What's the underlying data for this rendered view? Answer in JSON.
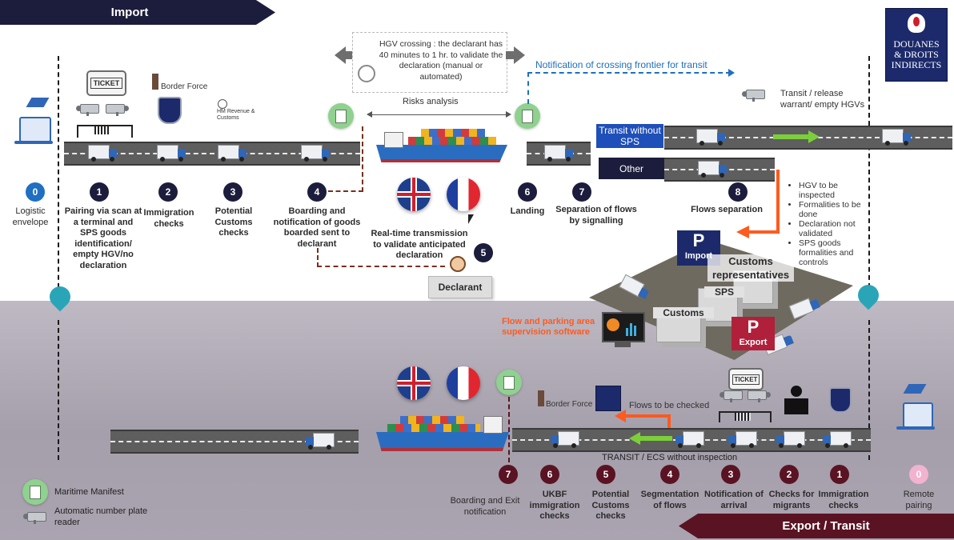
{
  "header": {
    "import_title": "Import",
    "export_title": "Export / Transit"
  },
  "logo": {
    "line1": "DOUANES",
    "line2": "& DROITS",
    "line3": "INDIRECTS"
  },
  "top": {
    "hgv_crossing": "HGV crossing : the declarant has 40 minutes to 1 hr. to validate the declaration (manual or automated)",
    "risks_analysis": "Risks analysis",
    "notification_transit": "Notification of crossing frontier for transit",
    "transit_release": "Transit / release warrant/ empty HGVs",
    "transit_without_sps": "Transit without SPS",
    "other": "Other",
    "ticket": "TICKET",
    "border_force": "Border Force",
    "hmrc": "HM Revenue & Customs"
  },
  "import_steps": [
    {
      "num": "0",
      "label": "Logistic envelope"
    },
    {
      "num": "1",
      "label": "Pairing via scan at a terminal and SPS goods identification/ empty HGV/no declaration"
    },
    {
      "num": "2",
      "label": "Immigration checks"
    },
    {
      "num": "3",
      "label": "Potential Customs checks"
    },
    {
      "num": "4",
      "label": "Boarding and notification of goods boarded sent to declarant"
    },
    {
      "num": "5",
      "label": "Real-time transmission to validate anticipated declaration"
    },
    {
      "num": "6",
      "label": "Landing"
    },
    {
      "num": "7",
      "label": "Separation of flows by signalling"
    },
    {
      "num": "8",
      "label": "Flows separation"
    }
  ],
  "declarant": "Declarant",
  "flows_notes": [
    "HGV to be inspected",
    "Formalities to be done",
    "Declaration not validated",
    "SPS goods formalities and controls"
  ],
  "parking": {
    "import_p": "P",
    "import_label": "Import",
    "export_p": "P",
    "export_label": "Export",
    "customs_representatives": "Customs representatives",
    "sps": "SPS",
    "customs": "Customs",
    "software": "Flow and parking area supervision software"
  },
  "export": {
    "flows_to_check": "Flows to be checked",
    "transit_ecs": "TRANSIT / ECS without inspection",
    "ticket": "TICKET",
    "border_force": "Border Force"
  },
  "export_steps": [
    {
      "num": "7",
      "label": "Boarding and Exit notification"
    },
    {
      "num": "6",
      "label": "UKBF immigration checks"
    },
    {
      "num": "5",
      "label": "Potential Customs checks"
    },
    {
      "num": "4",
      "label": "Segmentation of flows"
    },
    {
      "num": "3",
      "label": "Notification of arrival"
    },
    {
      "num": "2",
      "label": "Checks for migrants"
    },
    {
      "num": "1",
      "label": "Immigration checks"
    },
    {
      "num": "0",
      "label": "Remote pairing"
    }
  ],
  "legend": {
    "manifest": "Maritime Manifest",
    "anpr": "Automatic number plate reader"
  },
  "colors": {
    "navy": "#1c1c3c",
    "wine": "#5a1323",
    "orange": "#ff5a1f",
    "blue": "#1f6fc2",
    "green": "#8fd18f",
    "teal": "#2aa5b8"
  }
}
